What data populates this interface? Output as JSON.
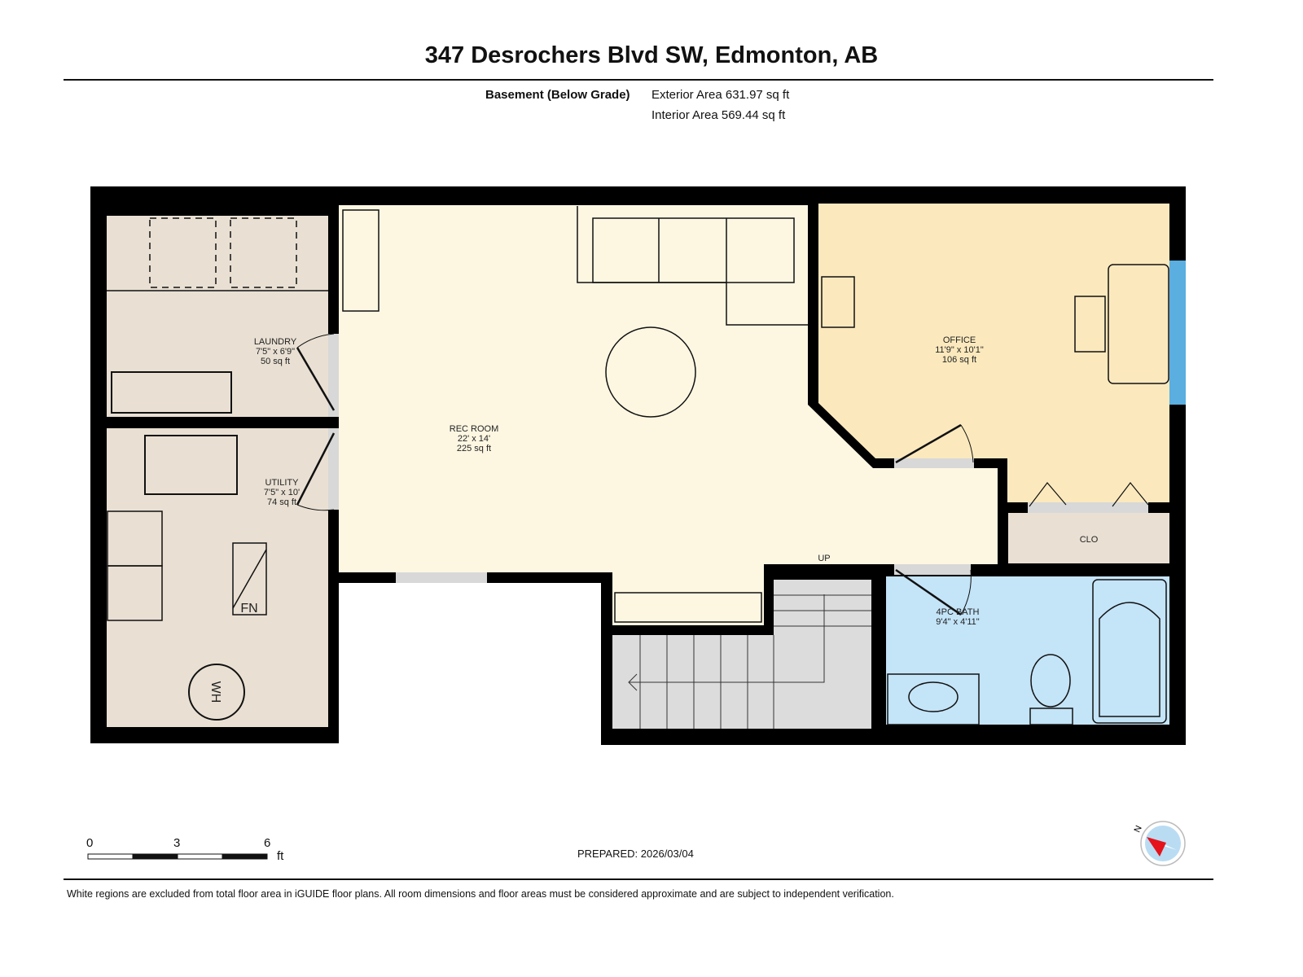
{
  "header": {
    "title": "347 Desrochers Blvd SW, Edmonton, AB"
  },
  "floor": {
    "name": "Basement (Below Grade)",
    "exterior_area": "Exterior Area 631.97 sq ft",
    "interior_area": "Interior Area 569.44 sq ft"
  },
  "rooms": {
    "laundry": {
      "name": "LAUNDRY",
      "dims": "7'5\" x 6'9\"",
      "area": "50 sq ft",
      "color": "#e9e0d3"
    },
    "utility": {
      "name": "UTILITY",
      "dims": "7'5\" x 10'",
      "area": "74 sq ft",
      "color": "#e9e0d3"
    },
    "rec_room": {
      "name": "REC ROOM",
      "dims": "22' x 14'",
      "area": "225 sq ft",
      "color": "#fdf7e2"
    },
    "office": {
      "name": "OFFICE",
      "dims": "11'9\" x 10'1\"",
      "area": "106 sq ft",
      "color": "#fbe9bd"
    },
    "closet": {
      "name": "CLO",
      "color": "#e9e0d3"
    },
    "bath": {
      "name": "4PC BATH",
      "dims": "9'4\" x 4'11\"",
      "area": "",
      "color": "#c4e4f8"
    },
    "stairs": {
      "label": "UP",
      "color": "#dcdcdc"
    }
  },
  "fixtures": {
    "furnace": "FN",
    "water_heater": "WH"
  },
  "scale": {
    "ticks": [
      "0",
      "3",
      "6"
    ],
    "unit": "ft"
  },
  "prepared": "PREPARED: 2026/03/04",
  "compass": {
    "label": "N",
    "needle_color": "#e5131b",
    "face_color": "#b9dcf3"
  },
  "disclaimer": "White regions are excluded from total floor area in iGUIDE floor plans. All room dimensions and floor areas must be considered approximate and are subject to independent verification."
}
